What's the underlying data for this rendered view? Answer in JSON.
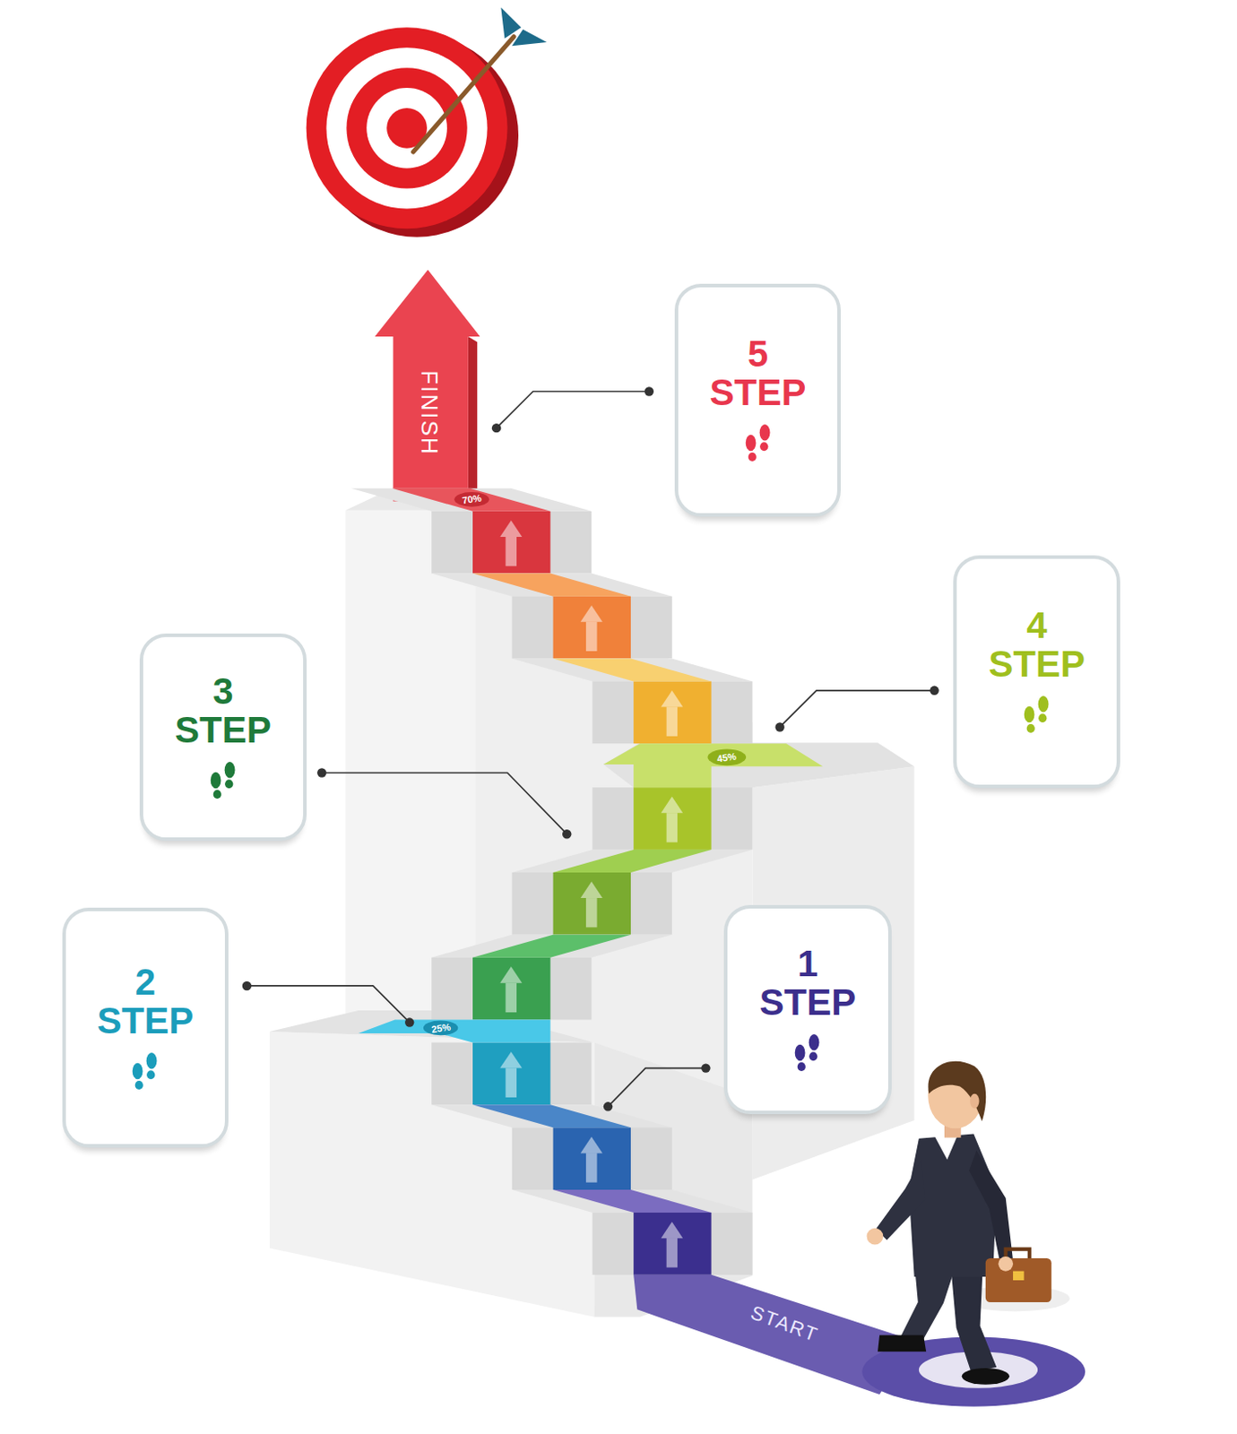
{
  "diagram": {
    "nodes": [
      {
        "text": [
          "1",
          "STEP"
        ]
      },
      {
        "text": [
          "2",
          "STEP"
        ]
      },
      {
        "text": [
          "3",
          "STEP"
        ]
      },
      {
        "text": [
          "4",
          "STEP"
        ]
      },
      {
        "text": [
          "5",
          "STEP"
        ]
      }
    ],
    "labels": [
      "FINISH",
      "70%",
      "45%",
      "25%",
      "START"
    ]
  }
}
